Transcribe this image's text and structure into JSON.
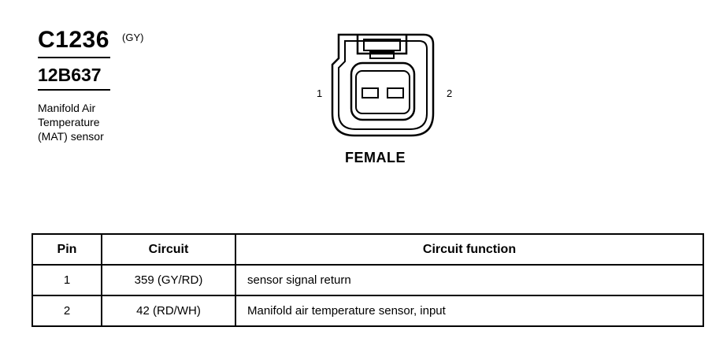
{
  "connector": {
    "id": "C1236",
    "color_code": "(GY)",
    "part_number": "12B637",
    "description_lines": [
      "Manifold Air",
      "Temperature",
      "(MAT) sensor"
    ],
    "view": "FEMALE",
    "pin_labels": [
      "1",
      "2"
    ]
  },
  "table": {
    "headers": [
      "Pin",
      "Circuit",
      "Circuit function"
    ],
    "rows": [
      {
        "pin": "1",
        "circuit": "359 (GY/RD)",
        "function": "sensor signal return"
      },
      {
        "pin": "2",
        "circuit": "42 (RD/WH)",
        "function": "Manifold air temperature sensor, input"
      }
    ]
  }
}
